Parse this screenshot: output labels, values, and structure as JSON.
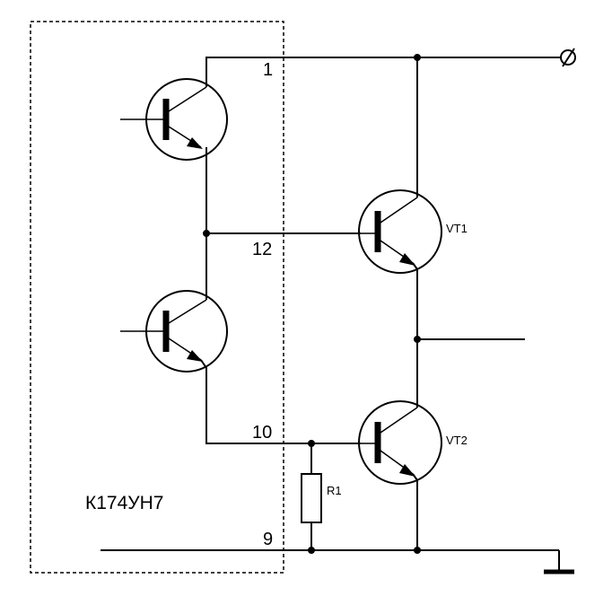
{
  "diagram": {
    "pins": {
      "p1": "1",
      "p12": "12",
      "p10": "10",
      "p9": "9"
    },
    "transistors": {
      "vt1": "VT1",
      "vt2": "VT2"
    },
    "resistor": "R1",
    "chip_label": "К174УН7",
    "terminal_symbol": "Ø"
  }
}
